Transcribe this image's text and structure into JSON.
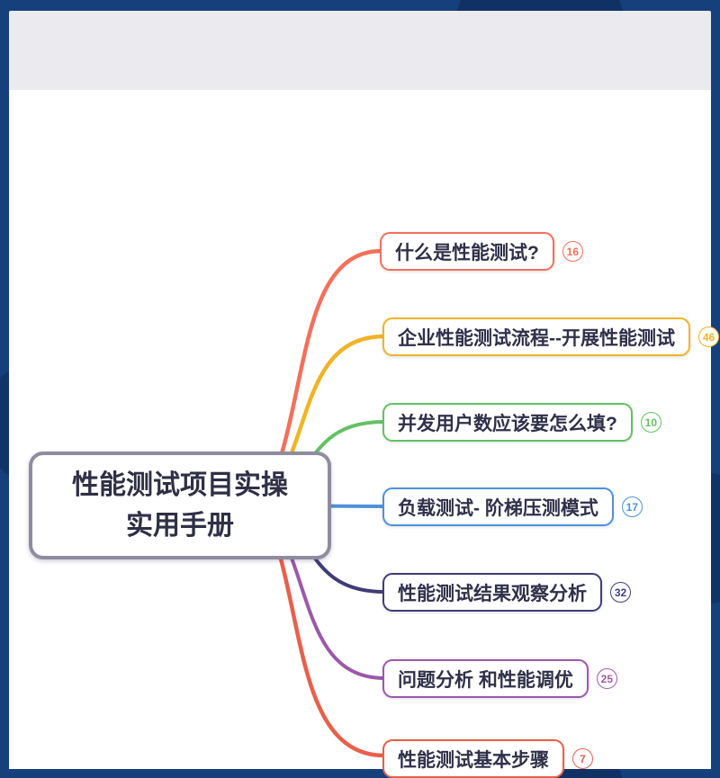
{
  "page": {
    "background_color": "#16407c",
    "header_color": "#eaeaef",
    "canvas_color": "#ffffff"
  },
  "mindmap": {
    "root": {
      "label_line1": "性能测试项目实操",
      "label_line2": "实用手册",
      "border_color": "#8e8c9e",
      "text_color": "#2f2f45"
    },
    "branches": [
      {
        "label": "什么是性能测试?",
        "count": "16",
        "color": "#f3705a"
      },
      {
        "label": "企业性能测试流程--开展性能测试",
        "count": "46",
        "color": "#f0b428"
      },
      {
        "label": "并发用户数应该要怎么填?",
        "count": "10",
        "color": "#62c162"
      },
      {
        "label": "负载测试- 阶梯压测模式",
        "count": "17",
        "color": "#4e91d9"
      },
      {
        "label": "性能测试结果观察分析",
        "count": "32",
        "color": "#403c78"
      },
      {
        "label": "问题分析 和性能调优",
        "count": "25",
        "color": "#9b59a8"
      },
      {
        "label": "性能测试基本步骤",
        "count": "7",
        "color": "#e8604c"
      }
    ]
  }
}
